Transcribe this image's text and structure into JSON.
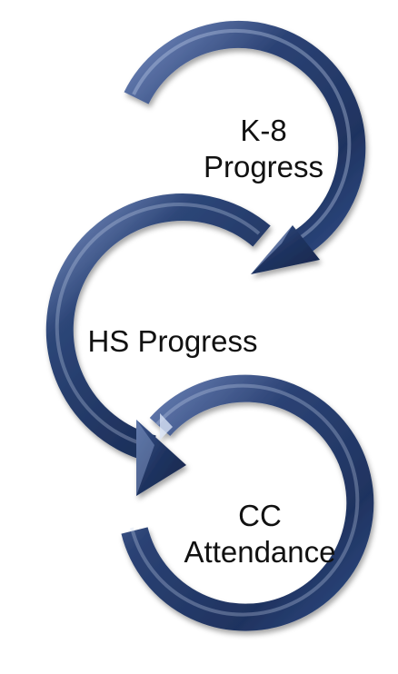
{
  "diagram": {
    "steps": [
      {
        "id": "k8",
        "lines": [
          "K-8",
          "Progress"
        ]
      },
      {
        "id": "hs",
        "lines": [
          "HS Progress"
        ]
      },
      {
        "id": "cc",
        "lines": [
          "CC",
          "Attendance"
        ]
      }
    ]
  },
  "style": {
    "arrow_dark": "#1f3360",
    "arrow_mid": "#3f5a93",
    "arrow_light": "#c9d6f0",
    "text_color": "#111111",
    "background": "#ffffff"
  }
}
